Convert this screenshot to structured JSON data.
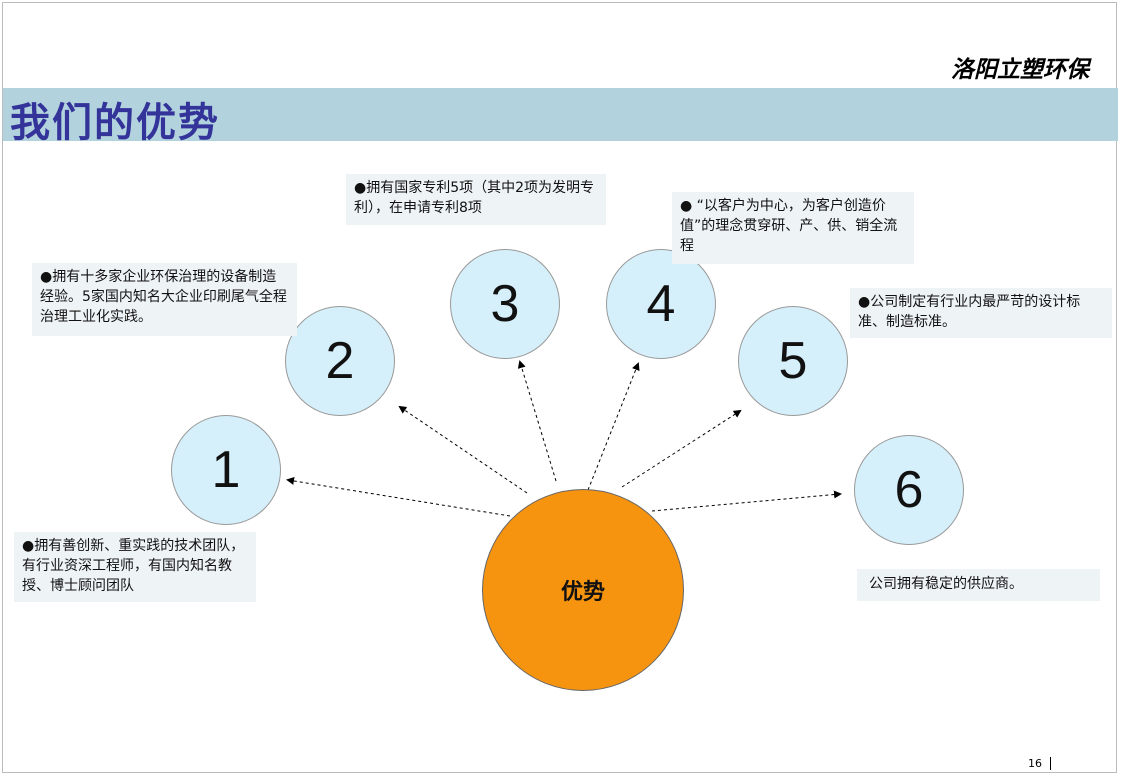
{
  "header": {
    "company": "洛阳立塑环保",
    "title": "我们的优势"
  },
  "center": {
    "label": "优势"
  },
  "items": [
    {
      "number": "1",
      "text": "●拥有善创新、重实践的技术团队，有行业资深工程师，有国内知名教授、博士顾问团队"
    },
    {
      "number": "2",
      "text": "●拥有十多家企业环保治理的设备制造经验。5家国内知名大企业印刷尾气全程治理工业化实践。"
    },
    {
      "number": "3",
      "text": "●拥有国家专利5项（其中2项为发明专利），在申请专利8项"
    },
    {
      "number": "4",
      "text": "● “以客户为中心，为客户创造价值”的理念贯穿研、产、供、销全流程"
    },
    {
      "number": "5",
      "text": "●公司制定有行业内最严苛的设计标准、制造标准。"
    },
    {
      "number": "6",
      "text": "公司拥有稳定的供应商。"
    }
  ],
  "footer": {
    "page": "16"
  }
}
